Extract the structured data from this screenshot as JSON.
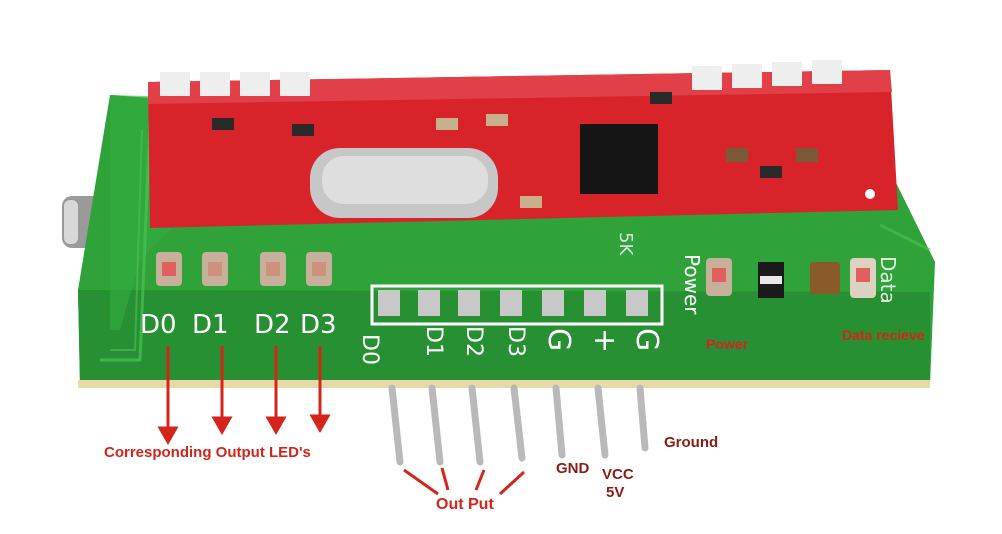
{
  "board": {
    "silkscreen_leds": [
      "D0",
      "D1",
      "D2",
      "D3"
    ],
    "silkscreen_pins": [
      "D0",
      "D1",
      "D2",
      "D3",
      "G",
      "+",
      "G"
    ],
    "silkscreen_power": "Power",
    "silkscreen_data": "Data",
    "silkscreen_5k": "5K"
  },
  "annotations": {
    "leds": "Corresponding Output LED's",
    "power": "Power",
    "data": "Data recieve",
    "ground": "Ground",
    "gnd": "GND",
    "vcc": "VCC",
    "vcc_volt": "5V",
    "output": "Out Put"
  },
  "colors": {
    "pcb_green": "#2fa33a",
    "rf_module_red": "#d8232b",
    "annotation_red": "#d4241c"
  }
}
